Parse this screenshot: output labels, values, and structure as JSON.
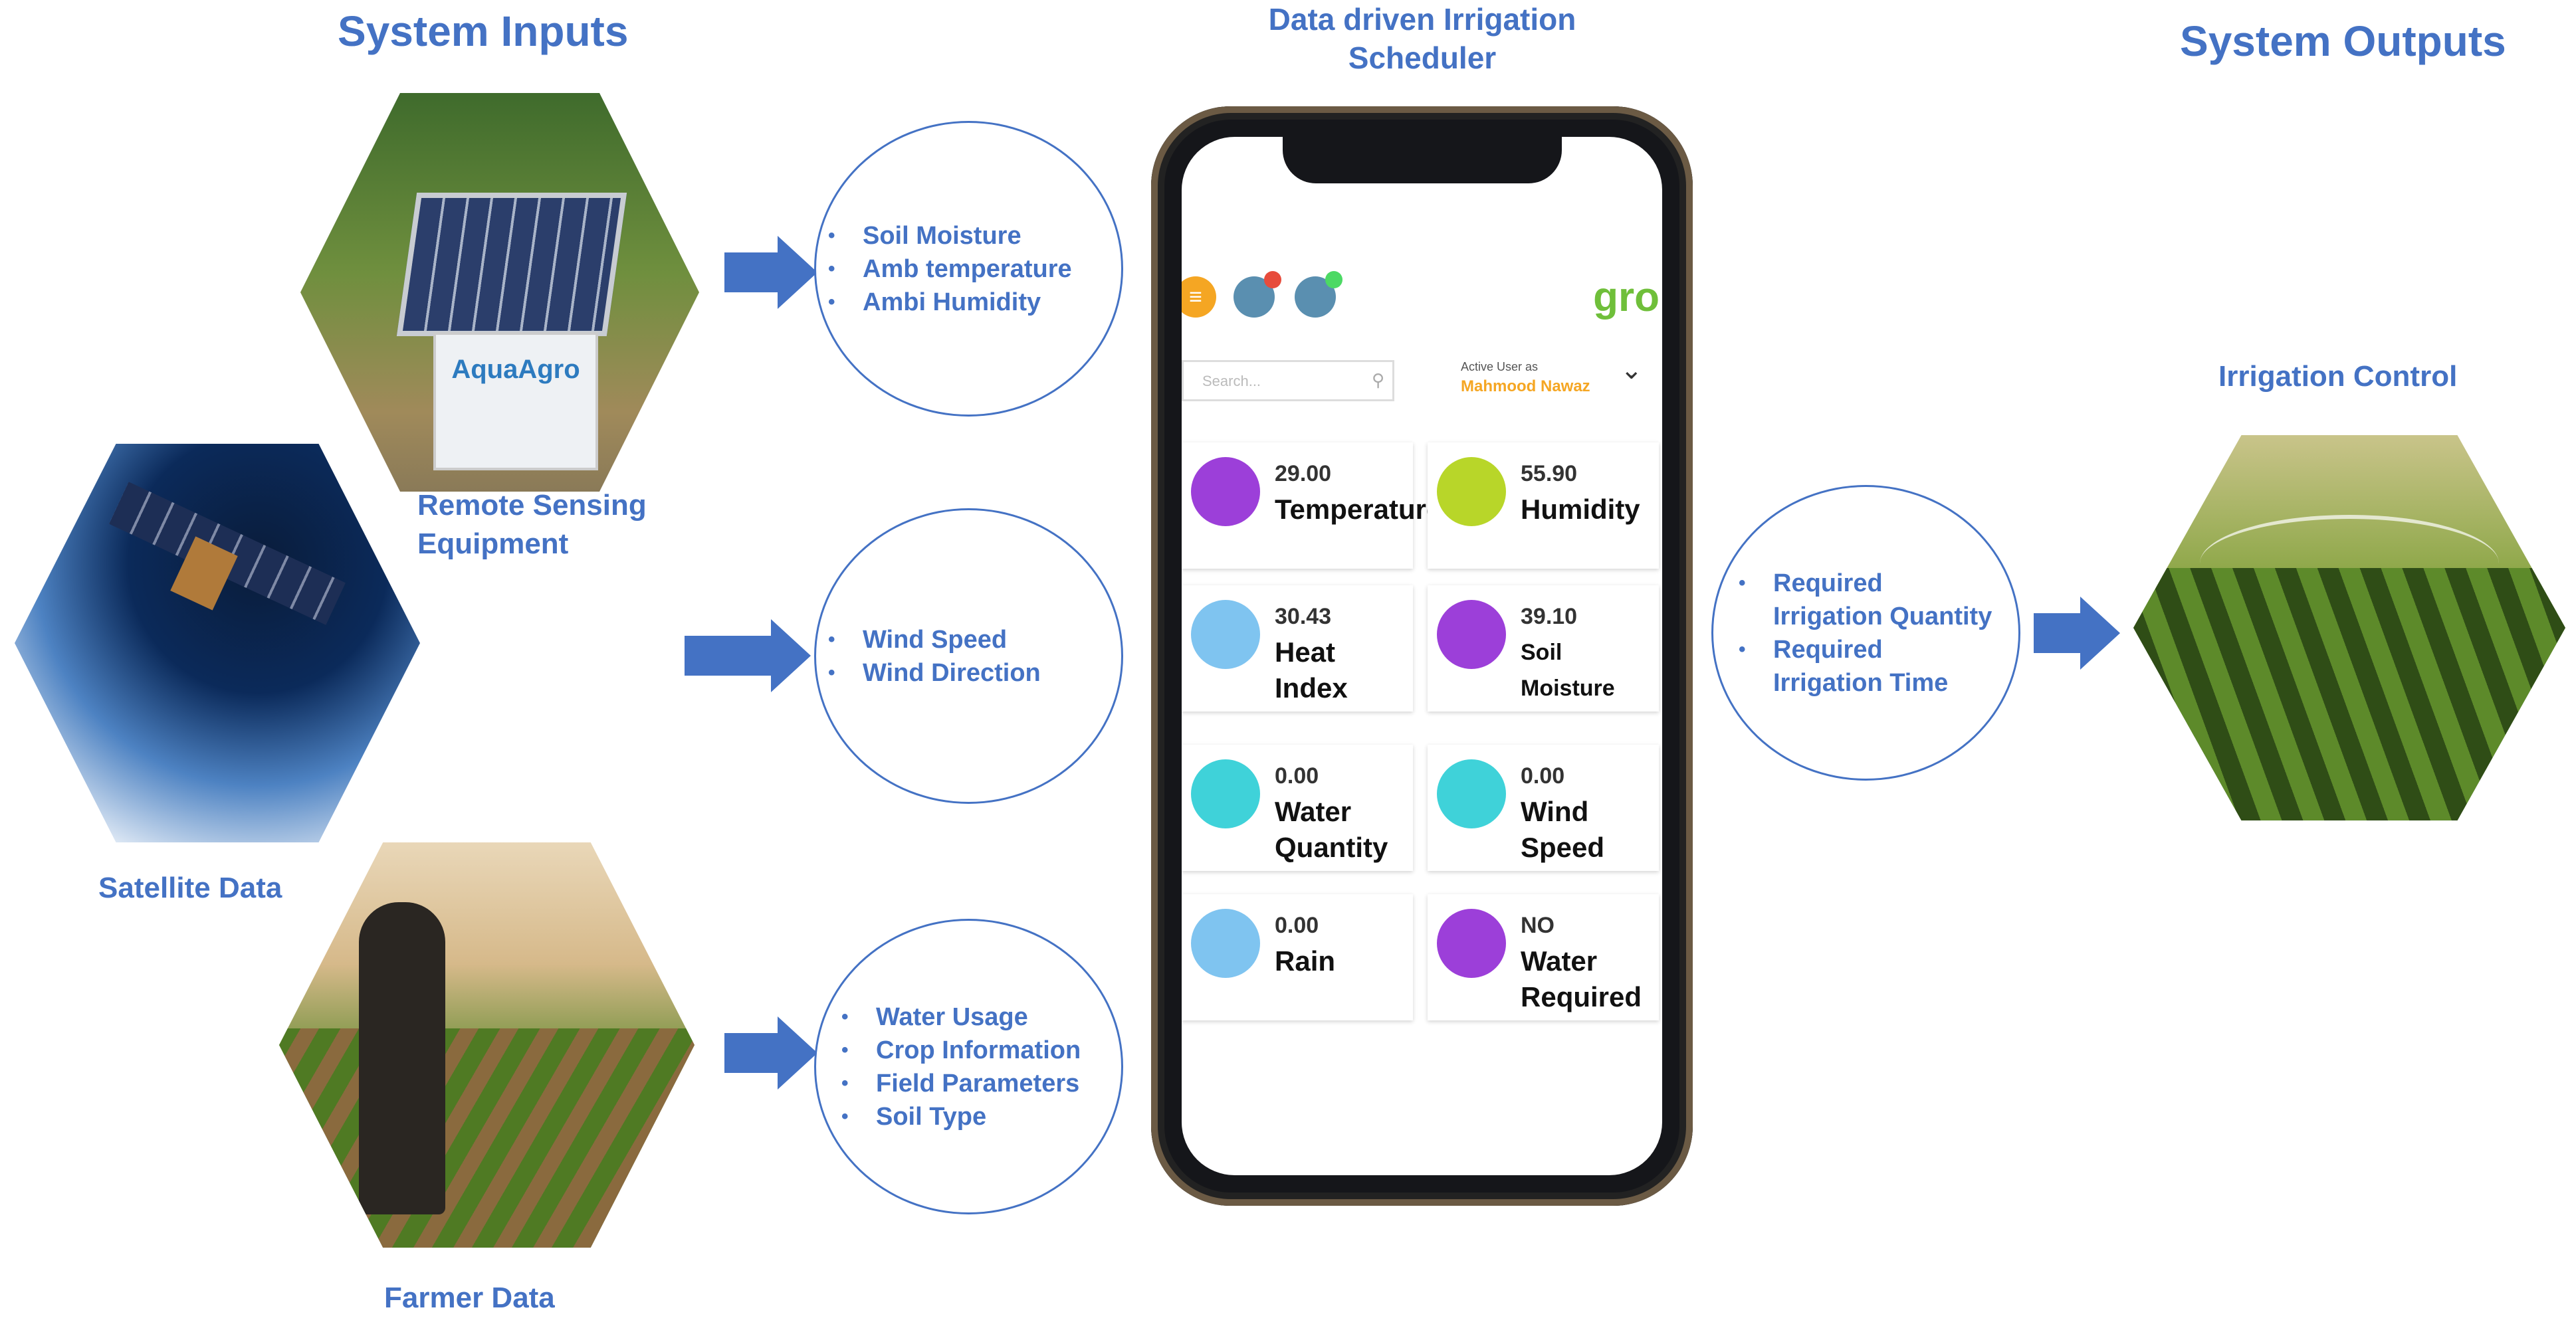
{
  "titles": {
    "inputs": "System Inputs",
    "scheduler": "Data driven Irrigation Scheduler",
    "outputs": "System Outputs"
  },
  "sources": {
    "remote": "Remote Sensing Equipment",
    "satellite": "Satellite Data",
    "farmer": "Farmer Data",
    "device_brand": "AquaAgro"
  },
  "bubbles": {
    "sensor": [
      "Soil Moisture",
      "Amb temperature",
      "Ambi Humidity"
    ],
    "satellite": [
      "Wind Speed",
      "Wind Direction"
    ],
    "farmer": [
      "Water Usage",
      "Crop Information",
      "Field Parameters",
      "Soil Type"
    ],
    "output": [
      "Required Irrigation Quantity",
      "Required Irrigation Time"
    ]
  },
  "output_label": "Irrigation Control",
  "app": {
    "logo": "gro",
    "search_placeholder": "Search...",
    "active_user_label": "Active User as",
    "active_user_name": "Mahmood Nawaz",
    "tiles": [
      {
        "value": "29.00",
        "label": "Temperature",
        "color": "#9c3fd9"
      },
      {
        "value": "55.90",
        "label": "Humidity",
        "color": "#b8d629"
      },
      {
        "value": "30.43",
        "label": "Heat\nIndex",
        "color": "#7fc4f0"
      },
      {
        "value": "39.10",
        "label": "Soil Moisture",
        "color": "#9c3fd9"
      },
      {
        "value": "0.00",
        "label": "Water\nQuantity",
        "color": "#3fd2d9"
      },
      {
        "value": "0.00",
        "label": "Wind\nSpeed",
        "color": "#3fd2d9"
      },
      {
        "value": "0.00",
        "label": "Rain",
        "color": "#7fc4f0"
      },
      {
        "value": "NO",
        "label": "Water\nRequired",
        "color": "#9c3fd9"
      }
    ]
  },
  "colors": {
    "accent": "#4472C4"
  }
}
